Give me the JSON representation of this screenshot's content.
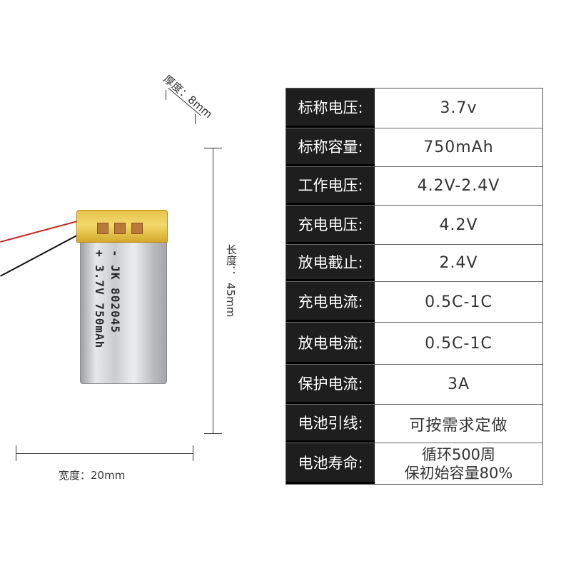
{
  "battery": {
    "label_line1": "- JK 802045",
    "label_line2": "+ 3.7V 750mAh"
  },
  "dimensions": {
    "thickness": "厚度：8mm",
    "length_label": "长度：",
    "length_value": "45mm",
    "width": "宽度：20mm"
  },
  "specs": [
    {
      "key": "标称电压:",
      "value": "3.7v"
    },
    {
      "key": "标称容量:",
      "value": "750mAh"
    },
    {
      "key": "工作电压:",
      "value": "4.2V-2.4V"
    },
    {
      "key": "充电电压:",
      "value": "4.2V"
    },
    {
      "key": "放电截止:",
      "value": "2.4V"
    },
    {
      "key": "充电电流:",
      "value": "0.5C-1C"
    },
    {
      "key": "放电电流:",
      "value": "0.5C-1C"
    },
    {
      "key": "保护电流:",
      "value": "3A"
    },
    {
      "key": "电池引线:",
      "value": "可按需求定做"
    },
    {
      "key": "电池寿命:",
      "value": "循环500周",
      "value2": "保初始容量80%"
    }
  ],
  "colors": {
    "key_background": "#1e1e1e",
    "key_text": "#ffffff",
    "wire_red": "#c8201c",
    "wire_black": "#111111",
    "tape_yellow": "#e6c24a"
  }
}
